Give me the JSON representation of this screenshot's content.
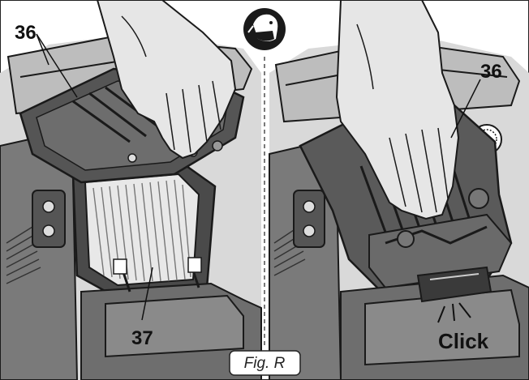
{
  "figure": {
    "caption": "Fig. R"
  },
  "left_panel": {
    "callout_top": "36",
    "callout_bottom": "37"
  },
  "right_panel": {
    "callout_top": "36",
    "action_text": "Click"
  },
  "icons": {
    "safety": "respirator-mask-icon"
  },
  "colors": {
    "ink": "#1a1a1a",
    "body_gray": "#6e6e6e",
    "dark_gray": "#3a3a3a",
    "light_gray": "#cfcfcf",
    "hand_fill": "#e6e6e6"
  }
}
